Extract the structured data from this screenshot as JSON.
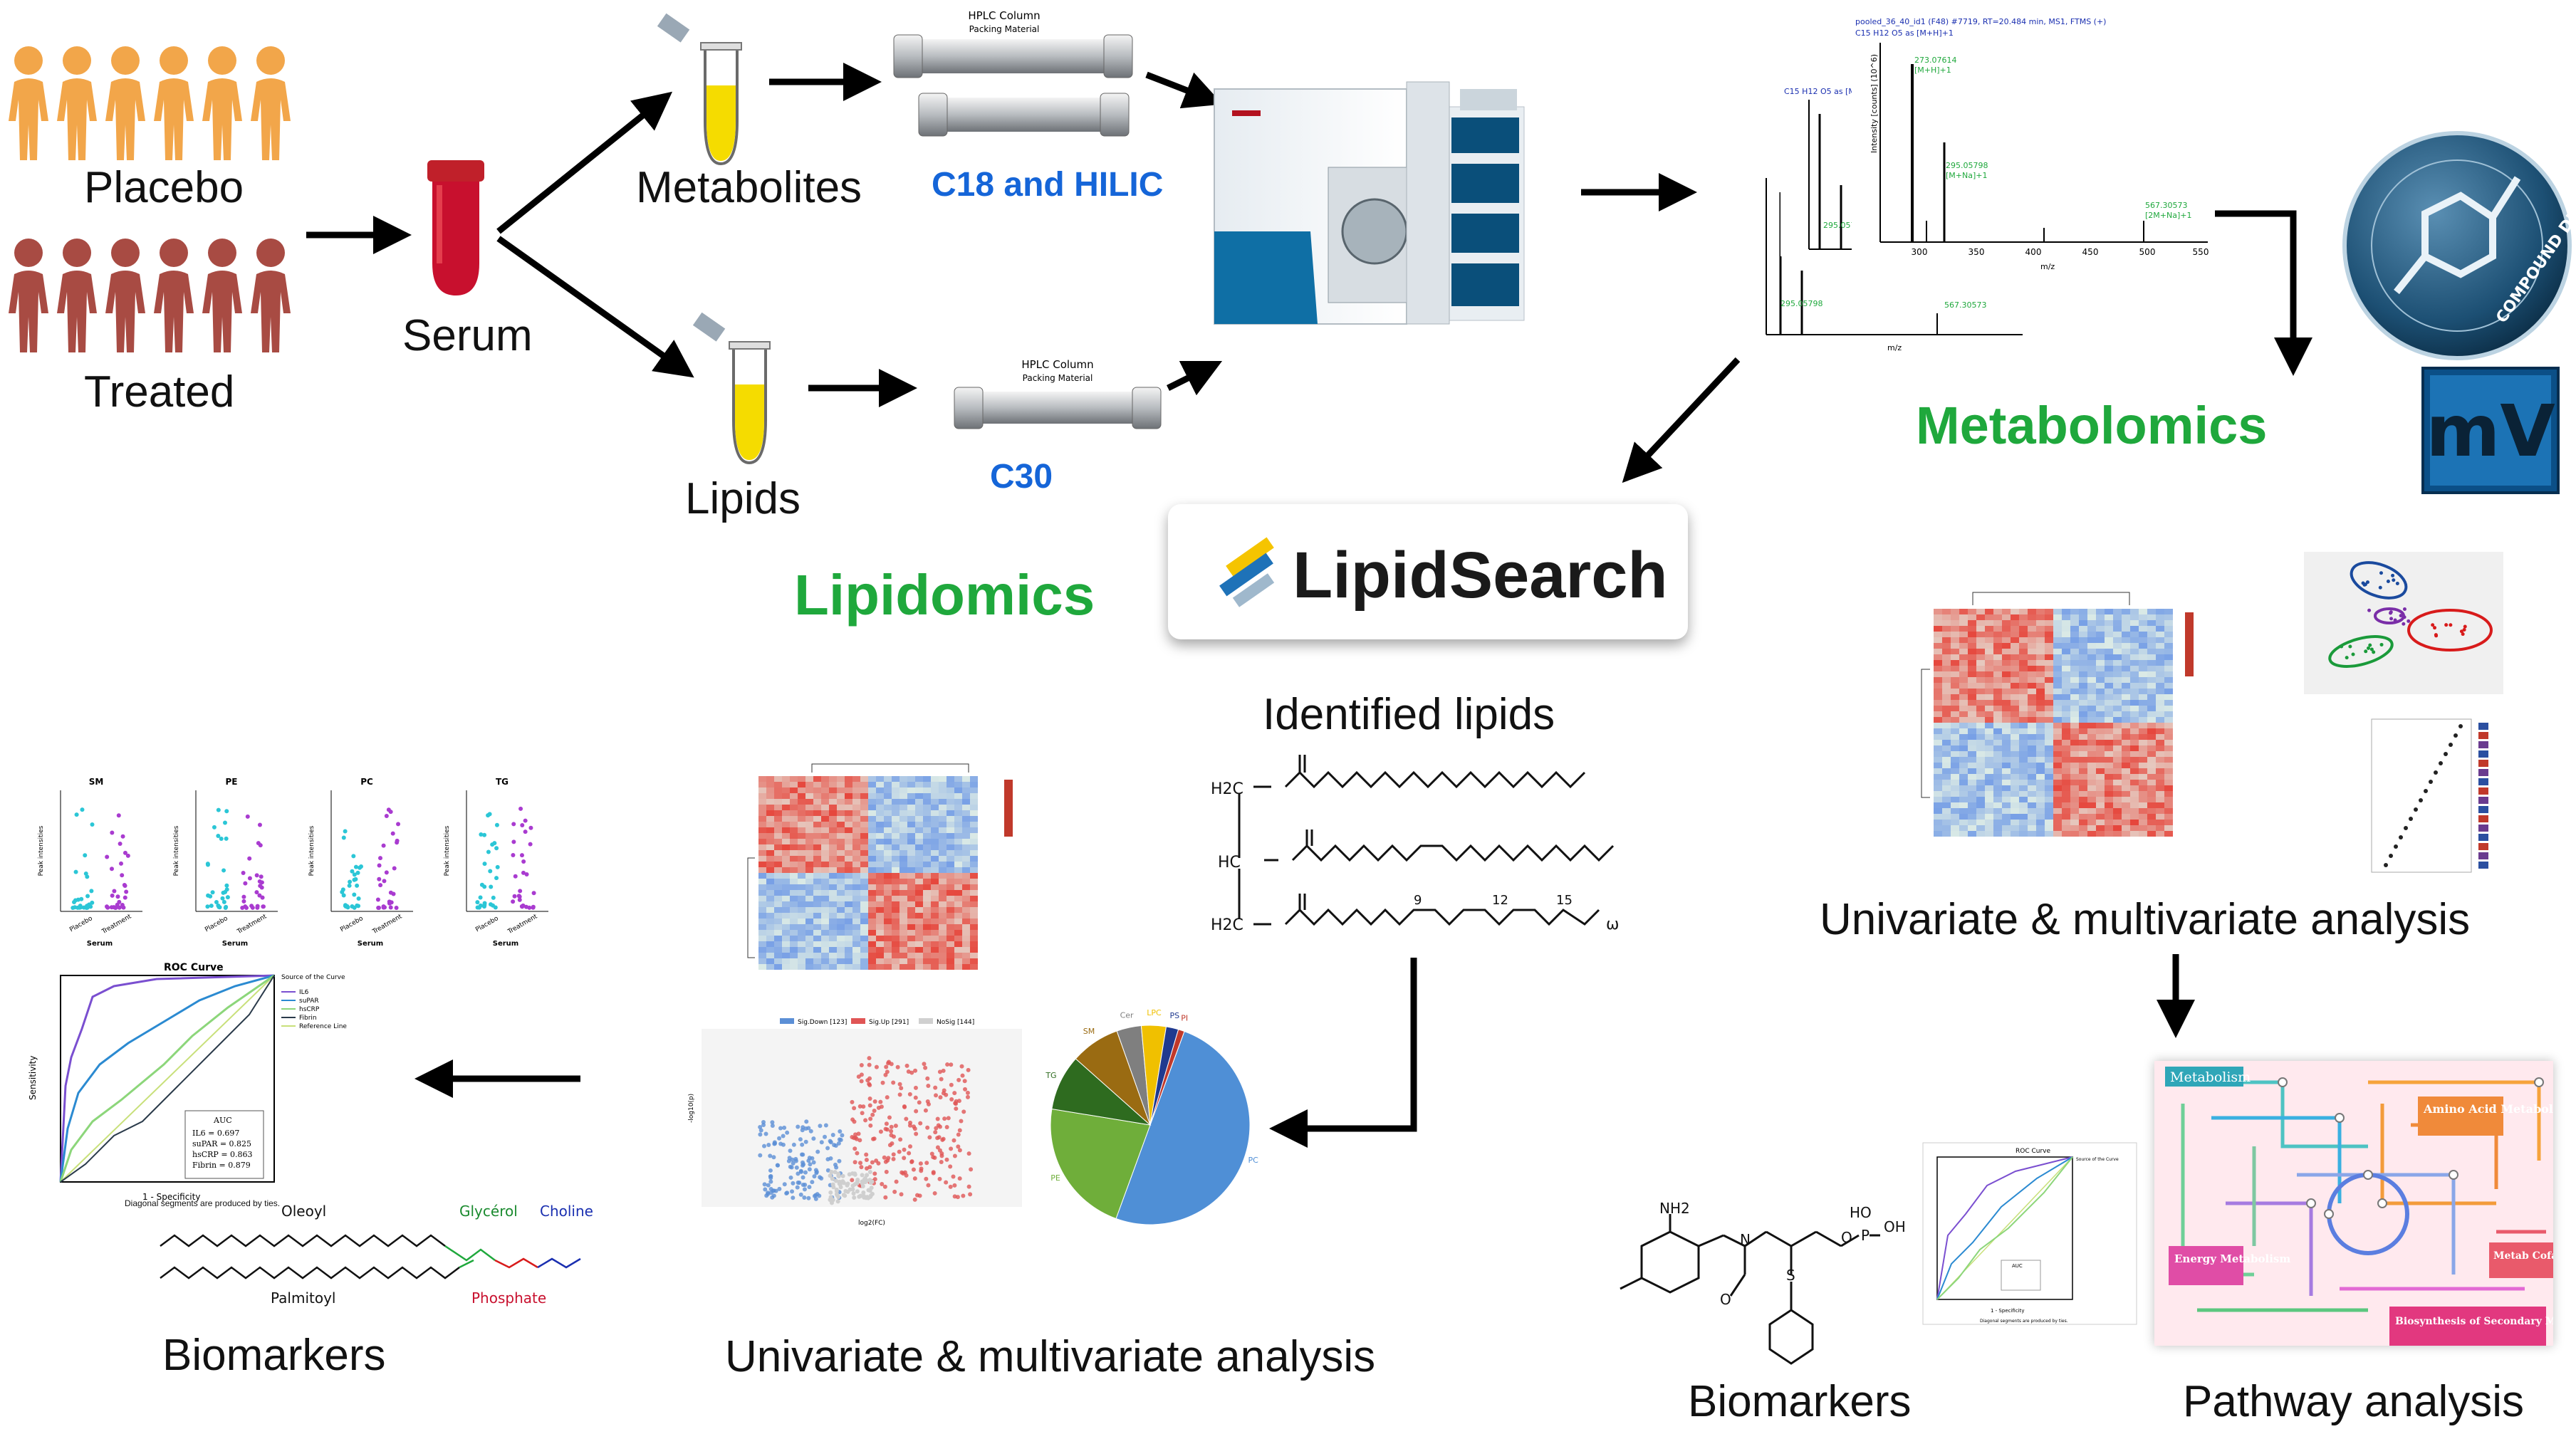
{
  "groups": {
    "placebo": "Placebo",
    "treated": "Treated"
  },
  "sample": "Serum",
  "fractions": {
    "metabolites": "Metabolites",
    "lipids": "Lipids"
  },
  "columns": {
    "metabolite_columns": "C18 and HILIC",
    "lipid_column": "C30",
    "column_label_line1": "HPLC Column",
    "column_label_line2": "Packing Material"
  },
  "workflows": {
    "metabolomics": "Metabolomics",
    "lipidomics": "Lipidomics"
  },
  "software": {
    "lipidsearch": "LipidSearch",
    "compound_discoverer": "COMPOUND DISCOVERER",
    "mv": "mV"
  },
  "steps": {
    "identified_lipids": "Identified lipids",
    "analysis_right": "Univariate & multivariate analysis",
    "analysis_center": "Univariate & multivariate analysis",
    "biomarkers_left": "Biomarkers",
    "biomarkers_right": "Biomarkers",
    "pathway": "Pathway analysis"
  },
  "spectra": {
    "header1": "pooled_36_40_id1 (F48) #7719, RT=20.484 min, MS1, FTMS (+)",
    "formula": "C15 H12 O5 as [M+H]+1",
    "peak1": "273.07614",
    "peak1_ion": "[M+H]+1",
    "peak2": "295.05798",
    "peak2_ion": "[M+Na]+1",
    "peak3": "567.30573",
    "peak3_ion": "[2M+Na]+1",
    "xlabel": "m/z",
    "ylabel": "Intensity [counts] (10^6)",
    "xticks": [
      "300",
      "350",
      "400",
      "450",
      "500",
      "550"
    ]
  },
  "dotplots": {
    "titles": [
      "SM",
      "PE",
      "PC",
      "TG"
    ],
    "ylabel": "Peak intensities",
    "xlabel": "Serum",
    "cats": [
      "Placebo",
      "Treatment"
    ]
  },
  "roc": {
    "title": "ROC Curve",
    "xlabel": "1 - Specificity",
    "ylabel": "Sensitivity",
    "legend_title": "Source of the Curve",
    "legend": [
      "IL6",
      "suPAR",
      "hsCRP",
      "Fibrin",
      "Reference Line"
    ],
    "auc_title": "AUC",
    "auc": [
      "IL6 = 0.697",
      "suPAR = 0.825",
      "hsCRP = 0.863",
      "Fibrin = 0.879"
    ],
    "footnote": "Diagonal segments are produced by ties."
  },
  "structure_labels": {
    "oleoyl": "Oleoyl",
    "glycerol": "Glycérol",
    "choline": "Choline",
    "palmitoyl": "Palmitoyl",
    "phosphate": "Phosphate"
  },
  "tg_structure": {
    "h2c_top": "H2C",
    "hc": "HC",
    "h2c_bottom": "H2C",
    "pos9": "9",
    "pos12": "12",
    "pos15": "15",
    "omega": "ω"
  },
  "volcano": {
    "legend": [
      "Sig.Down [123]",
      "Sig.Up [291]",
      "NoSig [144]"
    ],
    "xlabel": "log2(FC)",
    "ylabel": "-log10(p)"
  },
  "pie": {
    "slices": [
      {
        "label": "PC",
        "pct": 50,
        "color": "#4f8fd6"
      },
      {
        "label": "PE",
        "pct": 22,
        "color": "#6fae3a"
      },
      {
        "label": "TG",
        "pct": 9,
        "color": "#2e6b1f"
      },
      {
        "label": "SM",
        "pct": 8,
        "color": "#9a6b12"
      },
      {
        "label": "Cer",
        "pct": 4,
        "color": "#7f7f7f"
      },
      {
        "label": "LPC",
        "pct": 4,
        "color": "#f0c000"
      },
      {
        "label": "PS",
        "pct": 2,
        "color": "#203a8f"
      },
      {
        "label": "PI",
        "pct": 1,
        "color": "#c0392b"
      }
    ]
  },
  "pathway": {
    "metabolism": "Metabolism",
    "amino_acid": "Amino Acid Metabolism",
    "energy": "Energy Metabolism",
    "cofactors": "Metab Cofactors",
    "secondary": "Biosynthesis of Secondary Metabolites"
  },
  "thiamine": {
    "nh2": "NH2",
    "ho_top": "HO",
    "oh": "OH",
    "o": "O",
    "p": "P",
    "n": "N",
    "s": "S"
  }
}
